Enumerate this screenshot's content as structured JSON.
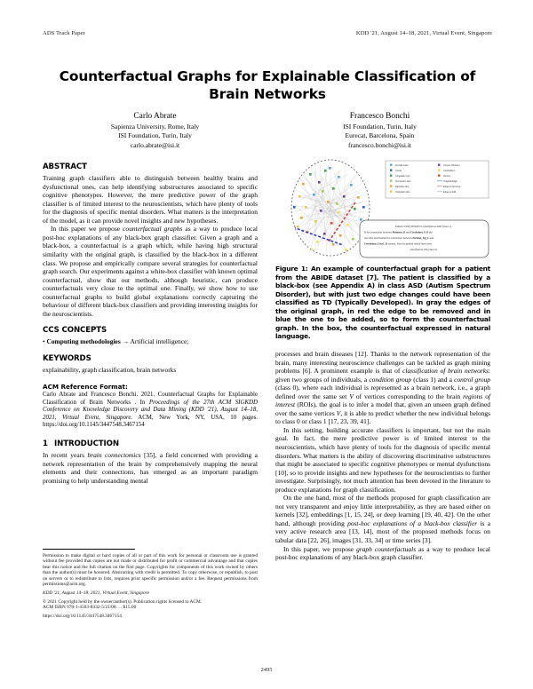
{
  "runhead": {
    "left": "ADS Track Paper",
    "right": "KDD '21, August 14–18, 2021, Virtual Event, Singapore"
  },
  "title": "Counterfactual Graphs for Explainable Classification of Brain Networks",
  "authors": [
    {
      "name": "Carlo Abrate",
      "affiliation_1": "Sapienza University, Rome, Italy",
      "affiliation_2": "ISI Foundation, Turin, Italy",
      "email": "carlo.abrate@isi.it"
    },
    {
      "name": "Francesco Bonchi",
      "affiliation_1": "ISI Foundation, Turin, Italy",
      "affiliation_2": "Eurecat, Barcelona, Spain",
      "email": "francesco.bonchi@isi.it"
    }
  ],
  "abstract": {
    "heading": "ABSTRACT",
    "paragraph_1": "Training graph classifiers able to distinguish between healthy brains and dysfunctional ones, can help identifying substructures associated to specific cognitive phenotypes. However, the mere predictive power of the graph classifier is of limited interest to the neuroscientists, which have plenty of tools for the diagnosis of specific mental disorders. What matters is the interpretation of the model, as it can provide novel insights and new hypotheses.",
    "paragraph_2_a": "In this paper we propose ",
    "paragraph_2_italic": "counterfactual graphs",
    "paragraph_2_b": " as a way to produce local post-hoc explanations of any black-box graph classifier. Given a graph and a black-box, a counterfactual is a graph which, while having high structural similarity with the original graph, is classified by the black-box in a different class. We propose and empirically compare several strategies for counterfactual graph search. Our experiments against a white-box classifier with known optimal counterfactual, show that our methods, although heuristic, can produce counterfactuals very close to the optimal one. Finally, we show how to use counterfactual graphs to build global explanations correctly capturing the behaviour of different black-box classifiers and providing interesting insights for the neuroscientists."
  },
  "ccs": {
    "heading": "CCS CONCEPTS",
    "bullet": "•",
    "bold_part": "Computing methodologies",
    "arrow": "→",
    "rest": " Artificial intelligence;"
  },
  "keywords": {
    "heading": "KEYWORDS",
    "text": "explainability, graph classification, brain networks"
  },
  "reference_format": {
    "heading": "ACM Reference Format:",
    "line_1": "Carlo Abrate and Francesco Bonchi. 2021. Counterfactual Graphs for Explainable Classification of Brain Networks . In ",
    "italic_1": "Proceedings of the 27th ACM SIGKDD Conference on Knowledge Discovery and Data Mining (KDD '21), August 14–18, 2021, Virtual Event, Singapore.",
    "line_2": " ACM, New York, NY, USA, 10 pages. https://doi.org/10.1145/3447548.3467154"
  },
  "introduction": {
    "number": "1",
    "heading": "INTRODUCTION",
    "paragraph_1_a": "In recent years ",
    "paragraph_1_italic": "brain connectomics",
    "paragraph_1_b": " [35], a field concerned with providing a network representation of the brain by comprehensively mapping the neural elements and their connections, has emerged as an important paradigm promising to help understanding mental"
  },
  "copyright": {
    "permission": "Permission to make digital or hard copies of all or part of this work for personal or classroom use is granted without fee provided that copies are not made or distributed for profit or commercial advantage and that copies bear this notice and the full citation on the first page. Copyrights for components of this work owned by others than the author(s) must be honored. Abstracting with credit is permitted. To copy otherwise, or republish, to post on servers or to redistribute to lists, requires prior specific permission and/or a fee. Request permissions from permissions@acm.org.",
    "venue": "KDD '21, August 14–18, 2021, Virtual Event, Singapore",
    "rights": "© 2021 Copyright held by the owner/author(s). Publication rights licensed to ACM.",
    "isbn": "ACM ISBN 978-1-4503-8332-5/21/08. . . $15.00",
    "doi": "https://doi.org/10.1145/3447548.3467154"
  },
  "figure": {
    "label": "Figure 1:",
    "caption": " An example of counterfactual graph for a patient from the ABIDE dataset [7]. The patient is classified by a black-box (see Appendix A) in class ASD (Autism Spectrum Disorder), but with just two edge changes could have been classified as TD (Typically Developed). In gray the edges of the original graph, in red the edge to be removed and in blue the one to be added, so to form the counterfactual graph. In the box, the counterfactual expressed in natural language.",
    "callout": {
      "line_1_italic": "Patient USM_0050453 is classified as ASD (class 1).",
      "line_2": "If the connection between ",
      "line_2_bold": "Putamen_R",
      "line_2_mid": " and ",
      "line_2_bold_2": "Cerebelum_9_R",
      "line_2_end": " did not exist and instead the connection between ",
      "line_3_bold": "Parietal_Inf_L",
      "line_3_mid": " and ",
      "line_3_bold_2": "Cerebelum_Crus1_R",
      "line_3_end": " existed, then the patient would have been classified as TD (class 0)."
    },
    "legend": {
      "left_column": [
        {
          "color": "#4da6e8",
          "label": "Frontal Lobe"
        },
        {
          "color": "#1f5fd0",
          "label": "Insula"
        },
        {
          "color": "#3aa84a",
          "label": "Cingulate Gyri"
        },
        {
          "color": "#9fcf4a",
          "label": "Temporal Lobe"
        },
        {
          "color": "#f0a030",
          "label": "Parietal Lobe"
        },
        {
          "color": "#f5c242",
          "label": "Occipital Lobe"
        }
      ],
      "right_column": [
        {
          "color": "#6a3fa0",
          "label": "Corpus Striatum"
        },
        {
          "color": "#f2e04a",
          "label": "Cerebellum"
        },
        {
          "color": "#e04a2f",
          "label": "Vermis"
        },
        {
          "color": "#8fb8e8",
          "label": "Original Edge",
          "is_line": true
        },
        {
          "color": "#e8a0a0",
          "label": "Edge to Remove",
          "is_line": true
        },
        {
          "color": "#cccccc",
          "label": "Edge to Add",
          "is_line": true
        }
      ]
    },
    "colors": {
      "edge_remove": "#d0342c",
      "edge_add": "#2030c8",
      "original_edge": "#b8b8b8",
      "brain_outline": "#555555"
    }
  },
  "right_column_body": {
    "paragraph_1_a": "processes and brain diseases [12]. Thanks to the network representation of the brain, many interesting neuroscience challenges can be tackled as graph mining problems [6]. A prominent example is that of ",
    "paragraph_1_italic_1": "classification of brain networks",
    "paragraph_1_b": ": given two groups of individuals, a ",
    "paragraph_1_italic_2": "condition group",
    "paragraph_1_c": " (class 1) and a ",
    "paragraph_1_italic_3": "control group",
    "paragraph_1_d": " (class 0), where each individual is represented as a brain network, i.e., a graph defined over the same set ",
    "paragraph_1_italic_4": "V",
    "paragraph_1_e": " of vertices corresponding to the brain ",
    "paragraph_1_italic_5": "regions of interest",
    "paragraph_1_f": " (ROIs), the goal is to infer a model that, given an unseen graph defined over the same vertices ",
    "paragraph_1_italic_6": "V",
    "paragraph_1_g": ", it is able to predict whether the new individual belongs to class 0 or class 1 [17, 23, 39, 41].",
    "paragraph_2": "In this setting, building accurate classifiers is important, but not the main goal. In fact, the mere predictive power is of limited interest to the neuroscientists, which have plenty of tools for the diagnosis of specific mental disorders. What matters is the ability of discovering discriminative substructures that might be associated to specific cognitive phenotypes or mental dysfunctions [10], so to provide insights and new hypotheses for the neuroscientists to further investigate. Surprisingly, not much attention has been devoted in the literature to produce explanations for graph classification.",
    "paragraph_3_a": "On the one hand, most of the methods proposed for graph classification are not very transparent and enjoy little interpretability, as they are based either on kernels [32], embeddings [1, 15, 24], or deep learning [19, 40, 42]. On the other hand, although providing ",
    "paragraph_3_italic_1": "post-hoc explanations of a black-box classifier",
    "paragraph_3_b": " is a very active research area [13, 14], most of the proposed methods focus on tabular data [22, 26], images [31, 33, 34] or time series [3].",
    "paragraph_4_a": "In this paper, we propose ",
    "paragraph_4_italic": "graph counterfactuals",
    "paragraph_4_b": " as a way to produce local post-hoc explanations of any black-box graph classifier."
  },
  "page_number": "2495"
}
